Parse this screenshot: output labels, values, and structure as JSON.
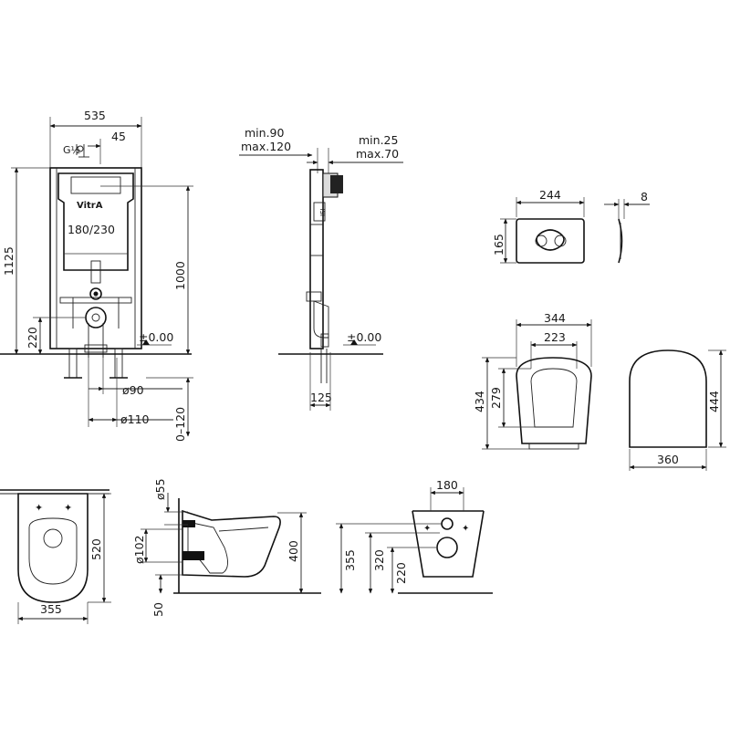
{
  "frame_front": {
    "width": "535",
    "offset": "45",
    "total_height": "1125",
    "inner_height": "1000",
    "floor_offset": "220",
    "level": "±0.00",
    "pipe_90": "ø90",
    "pipe_110": "ø110",
    "depth_range": "0–120",
    "logo": "VitrA",
    "cistern": "180/230"
  },
  "frame_side": {
    "min90": "min.90",
    "max120": "max.120",
    "min25": "min.25",
    "max70": "max.70",
    "depth": "125",
    "level": "±0.00"
  },
  "flush_plate": {
    "width": "244",
    "height": "165",
    "thickness": "8"
  },
  "seat": {
    "outer_width": "344",
    "inner_width": "223",
    "outer_length": "434",
    "inner_length": "279",
    "cover_length": "444",
    "cover_width": "360"
  },
  "pan_top": {
    "length": "520",
    "width": "355"
  },
  "pan_side": {
    "inlet": "ø55",
    "outlet": "ø102",
    "height": "400",
    "base": "50"
  },
  "pan_back": {
    "spacing": "180",
    "h355": "355",
    "h320": "320",
    "h220": "220"
  }
}
